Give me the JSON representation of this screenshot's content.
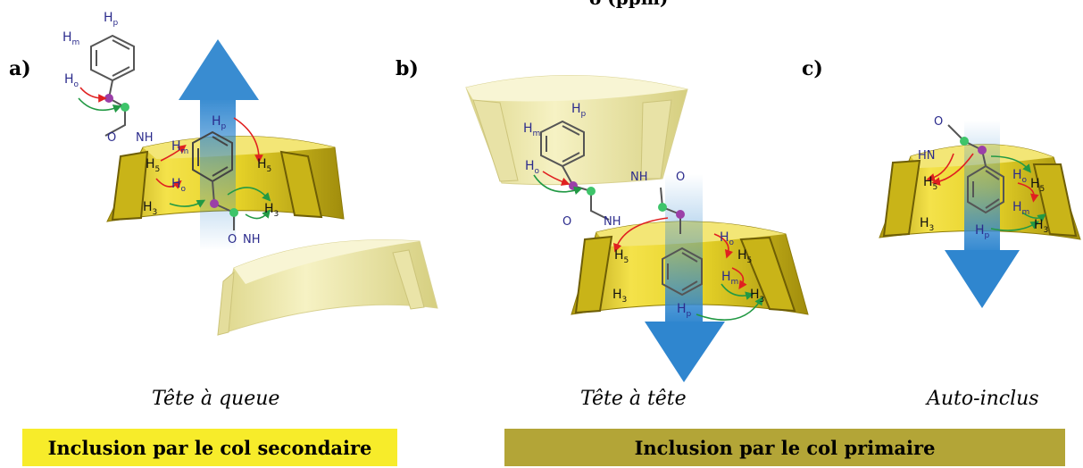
{
  "header": {
    "clipped_axis_text": "δ (ppm)"
  },
  "panels": [
    {
      "label": "a)",
      "caption": "Tête à queue"
    },
    {
      "label": "b)",
      "caption": "Tête à tête"
    },
    {
      "label": "c)",
      "caption": "Auto-inclus"
    }
  ],
  "banners": [
    {
      "text": "Inclusion par le col secondaire",
      "color": "#f7ec2a"
    },
    {
      "text": "Inclusion par le col primaire",
      "color": "#b3a537"
    }
  ],
  "atoms": {
    "Hp": "H",
    "Hm": "H",
    "Ho": "H",
    "H5": "H",
    "H3": "H",
    "sub_p": "p",
    "sub_m": "m",
    "sub_o": "o",
    "sub_5": "5",
    "sub_3": "3",
    "NH": "NH",
    "HN": "HN",
    "O": "O"
  },
  "colors": {
    "cd_gold": "#e2cf1e",
    "cd_pale": "#efe9a0",
    "arrow_blue": "#2f86cf",
    "noe_red": "#e02020",
    "noe_green": "#229944",
    "dot_purple": "#9b3fa8",
    "dot_green": "#3ec46a"
  }
}
